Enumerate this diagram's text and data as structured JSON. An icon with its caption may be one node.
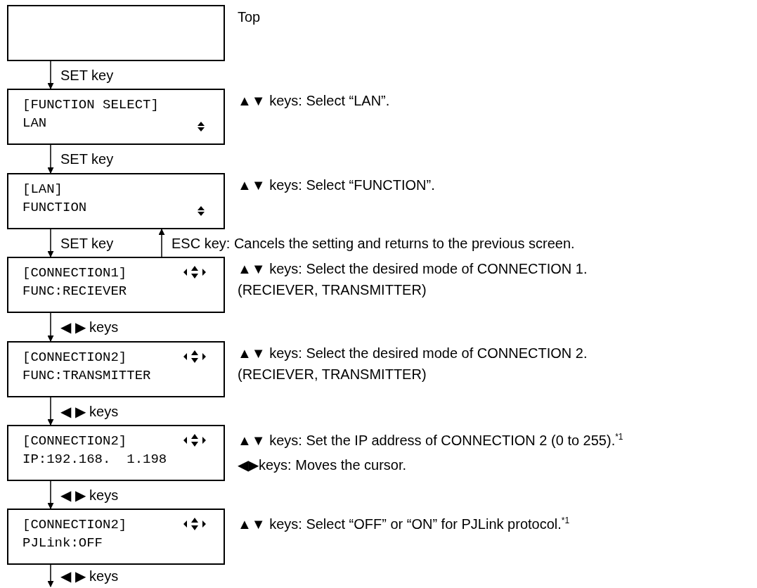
{
  "diagram": {
    "nodes": [
      {
        "text": [],
        "shape": "box",
        "beside": [
          "Top"
        ]
      },
      {
        "text": [
          "[FUNCTION SELECT]",
          "LAN"
        ],
        "beside": [
          "▲▼ keys: Select “LAN”."
        ]
      },
      {
        "text": [
          "[LAN]",
          "FUNCTION"
        ],
        "beside": [
          "▲▼ keys: Select “FUNCTION”."
        ]
      },
      {
        "text": [
          "[CONNECTION1]",
          "FUNC:RECIEVER"
        ],
        "beside": [
          "▲▼ keys: Select the desired mode of CONNECTION 1. (RECIEVER, TRANSMITTER)"
        ]
      },
      {
        "text": [
          "[CONNECTION2]",
          "FUNC:TRANSMITTER"
        ],
        "beside": [
          "▲▼ keys: Select the desired mode of CONNECTION 2. (RECIEVER, TRANSMITTER)"
        ]
      },
      {
        "text": [
          "[CONNECTION2]",
          "IP:192.168.  1.198"
        ],
        "beside": [
          "▲▼ keys: Set the IP address of CONNECTION 2 (0 to 255).$^{*1}$",
          "◀▶keys: Moves the cursor."
        ]
      },
      {
        "text": [
          "[CONNECTION2]",
          "PJLink:OFF"
        ],
        "beside": [
          "▲▼ keys: Select “OFF” or “ON” for PJLink protocol.$^{*1}$"
        ]
      }
    ],
    "edges": [
      {
        "from": 0,
        "to": 1,
        "arrow": "to",
        "label": "SET key"
      },
      {
        "from": 1,
        "to": 2,
        "arrow": "to",
        "label": "SET key"
      },
      {
        "from": 2,
        "to": 3,
        "arrow": "to",
        "label": "SET key"
      },
      {
        "from": 3,
        "to": 2,
        "arrow": "to",
        "label": "ESC key: Cancels the setting and returns to the previous screen."
      },
      {
        "from": 3,
        "to": 4,
        "arrow": "to",
        "label": "◀ ▶ keys"
      },
      {
        "from": 4,
        "to": 5,
        "arrow": "to",
        "label": "◀ ▶ keys"
      },
      {
        "from": 5,
        "to": 6,
        "arrow": "to",
        "label": "◀ ▶ keys"
      },
      {
        "from": 6,
        "to": null,
        "arrow": "to",
        "label": "◀ ▶ keys"
      }
    ]
  }
}
